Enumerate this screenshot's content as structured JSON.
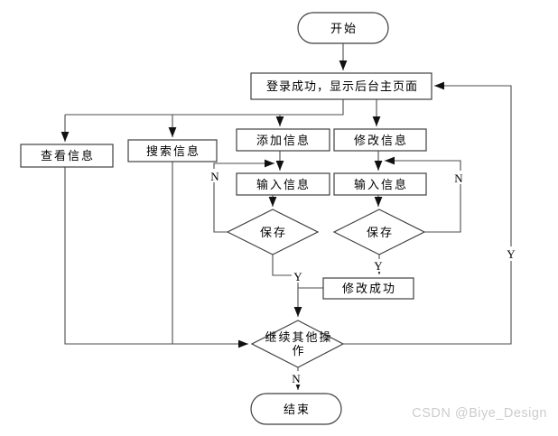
{
  "flowchart": {
    "nodes": {
      "start": "开始",
      "login": "登录成功，显示后台主页面",
      "view_info": "查看信息",
      "search_info": "搜索信息",
      "add_info": "添加信息",
      "modify_info": "修改信息",
      "input_info_left": "输入信息",
      "input_info_right": "输入信息",
      "save_left": "保存",
      "save_right": "保存",
      "modify_success": "修改成功",
      "continue_line1": "继续其他操",
      "continue_line2": "作",
      "end": "结束"
    },
    "labels": {
      "n_left": "N",
      "n_right": "N",
      "y_left": "Y",
      "y_right": "Y",
      "y_loop": "Y",
      "n_end": "N"
    },
    "colors": {
      "node_border": "#3f3f3f",
      "connector": "#4d4d4d",
      "arrowhead": "#111111",
      "text": "#000000",
      "background": "#ffffff",
      "watermark": "#cccccc"
    }
  },
  "watermark": {
    "text": "CSDN @Biye_Design"
  }
}
